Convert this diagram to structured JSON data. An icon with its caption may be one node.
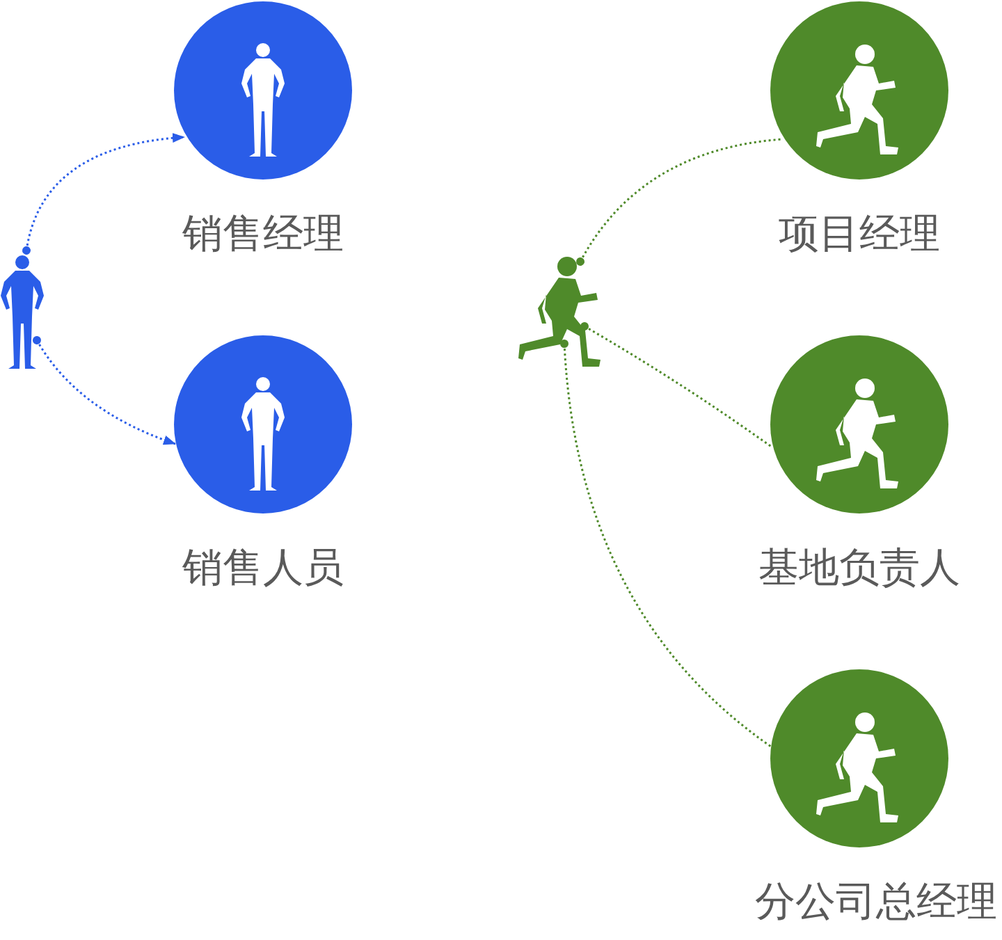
{
  "diagram": {
    "nodes": [
      {
        "text": [],
        "shape": "person"
      },
      {
        "text": [
          "销售经理"
        ]
      },
      {
        "text": [
          "销售人员"
        ]
      },
      {
        "text": [],
        "shape": "person"
      },
      {
        "text": [
          "项目经理"
        ]
      },
      {
        "text": [
          "基地负责人"
        ]
      },
      {
        "text": [
          "分公司总经理"
        ]
      }
    ],
    "edges": [
      {
        "from": 0,
        "to": 1,
        "arrow": "to",
        "color": "#2a5de8"
      },
      {
        "from": 0,
        "to": 2,
        "arrow": "to",
        "color": "#2a5de8"
      },
      {
        "from": 3,
        "to": 4,
        "arrow": "other",
        "color": "#4f8a2a"
      },
      {
        "from": 3,
        "to": 5,
        "arrow": "other",
        "color": "#4f8a2a"
      },
      {
        "from": 3,
        "to": 6,
        "arrow": "other",
        "color": "#4f8a2a"
      }
    ]
  }
}
